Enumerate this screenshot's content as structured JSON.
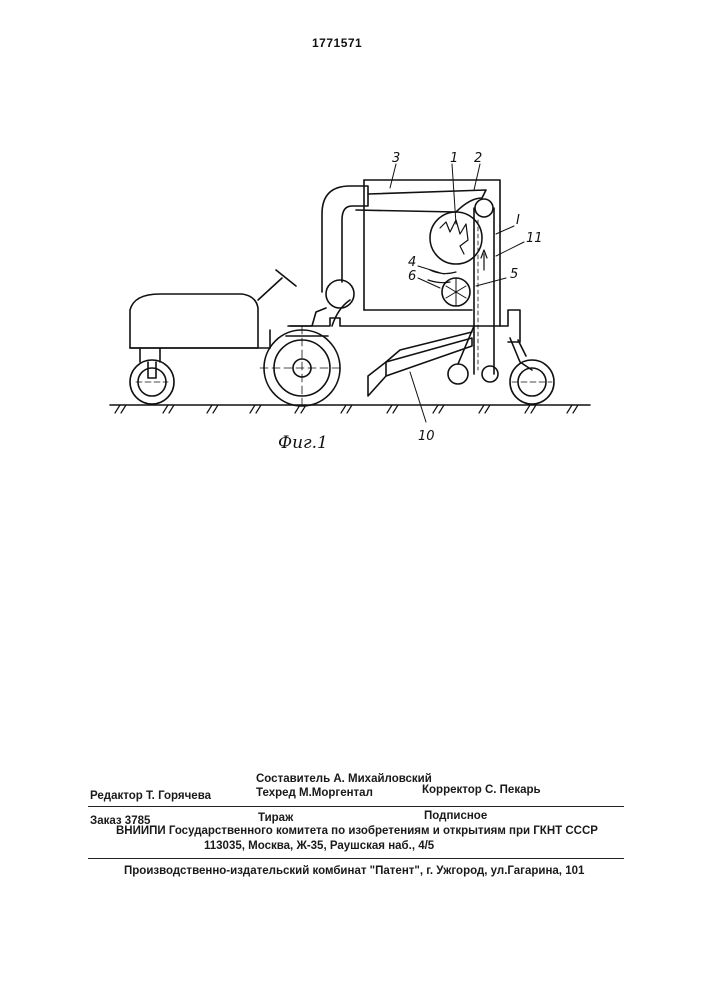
{
  "header": {
    "patent_number": "1771571"
  },
  "figure": {
    "caption": "Фиг.1",
    "labels": {
      "l1": "1",
      "l2": "2",
      "l3": "3",
      "l4": "4",
      "l5": "5",
      "l6": "6",
      "lI": "I",
      "l10": "10",
      "l11": "11"
    }
  },
  "imprint": {
    "compiler": "Составитель  А. Михайловский",
    "editor": "Редактор  Т. Горячева",
    "techred": "Техред М.Моргентал",
    "corrector": "Корректор  С. Пекарь",
    "order": "Заказ  3785",
    "circulation": "Тираж",
    "subscription": "Подписное",
    "org": "ВНИИПИ Государственного комитета по изобретениям и открытиям при ГКНТ СССР",
    "address": "113035, Москва, Ж-35, Раушская наб., 4/5",
    "printer": "Производственно-издательский комбинат \"Патент\", г. Ужгород, ул.Гагарина, 101"
  }
}
